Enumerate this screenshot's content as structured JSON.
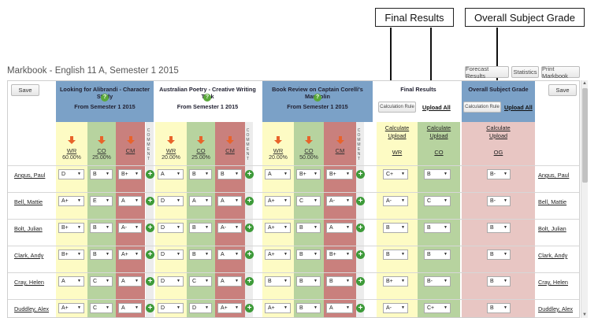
{
  "callouts": {
    "final_results": "Final Results",
    "overall_subject_grade": "Overall Subject Grade"
  },
  "page": {
    "title": "Markbook - English 11 A, Semester 1 2015"
  },
  "top_buttons": {
    "forecast": "Forecast Results",
    "statistics": "Statistics",
    "print": "Print Markbook"
  },
  "save_label": "Save",
  "help_glyph": "?",
  "task_groups": [
    {
      "title": "Looking for Alibrandi - Character Study",
      "subtitle": "From Semester 1 2015",
      "cols": [
        {
          "code": "WR",
          "pct": "60.00%"
        },
        {
          "code": "CO",
          "pct": "25.00%"
        },
        {
          "code": "CM",
          "pct": ""
        }
      ]
    },
    {
      "title": "Australian Poetry - Creative Writing Task",
      "subtitle": "From Semester 1 2015",
      "cols": [
        {
          "code": "WR",
          "pct": "20.00%"
        },
        {
          "code": "CO",
          "pct": "25.00%"
        },
        {
          "code": "CM",
          "pct": ""
        }
      ]
    },
    {
      "title": "Book Review on Captain Corelli's Mandolin",
      "subtitle": "From Semester 1 2015",
      "cols": [
        {
          "code": "WR",
          "pct": "20.00%"
        },
        {
          "code": "CO",
          "pct": "50.00%"
        },
        {
          "code": "CM",
          "pct": ""
        }
      ]
    }
  ],
  "comment_label": "COMMENT",
  "final_results": {
    "title": "Final Results",
    "calc_rule": "Calculation Rule",
    "upload_all": "Upload All",
    "cols": [
      {
        "calc": "Calculate",
        "upload": "Upload",
        "code": "WR"
      },
      {
        "calc": "Calculate",
        "upload": "Upload",
        "code": "CO"
      }
    ]
  },
  "overall": {
    "title": "Overall Subject Grade",
    "calc_rule": "Calculation Rule",
    "upload_all": "Upload All",
    "calc": "Calculate",
    "upload": "Upload",
    "code": "OG"
  },
  "students": [
    {
      "name": "Angus, Paul",
      "grades": [
        "D",
        "B",
        "B+",
        "A",
        "B",
        "B",
        "A",
        "B+",
        "B+"
      ],
      "final": [
        "C+",
        "B"
      ],
      "og": "B-"
    },
    {
      "name": "Bell, Mattie",
      "grades": [
        "A+",
        "E",
        "A",
        "D",
        "A",
        "A",
        "A+",
        "C",
        "A-"
      ],
      "final": [
        "A-",
        "C"
      ],
      "og": "B-"
    },
    {
      "name": "Bolt, Julian",
      "grades": [
        "B+",
        "B",
        "A-",
        "D",
        "B",
        "A-",
        "A+",
        "B",
        "A"
      ],
      "final": [
        "B",
        "B"
      ],
      "og": "B"
    },
    {
      "name": "Clark, Andy",
      "grades": [
        "B+",
        "B",
        "A+",
        "D",
        "B",
        "A",
        "A+",
        "B",
        "B+"
      ],
      "final": [
        "B",
        "B"
      ],
      "og": "B"
    },
    {
      "name": "Cray, Helen",
      "grades": [
        "A",
        "C",
        "A",
        "D",
        "C",
        "A",
        "B",
        "B",
        "B"
      ],
      "final": [
        "B+",
        "B-"
      ],
      "og": "B"
    },
    {
      "name": "Duddley, Alex",
      "grades": [
        "A+",
        "C",
        "A",
        "D",
        "D",
        "A+",
        "A+",
        "B",
        "A"
      ],
      "final": [
        "A-",
        "C+"
      ],
      "og": "B"
    }
  ],
  "colors": {
    "header_blue": "#7ba1c7",
    "yellow": "#fdfbc4",
    "green": "#b7d39f",
    "red": "#c9807d",
    "pink": "#e8c6c3",
    "plus_green": "#3d9a39"
  }
}
